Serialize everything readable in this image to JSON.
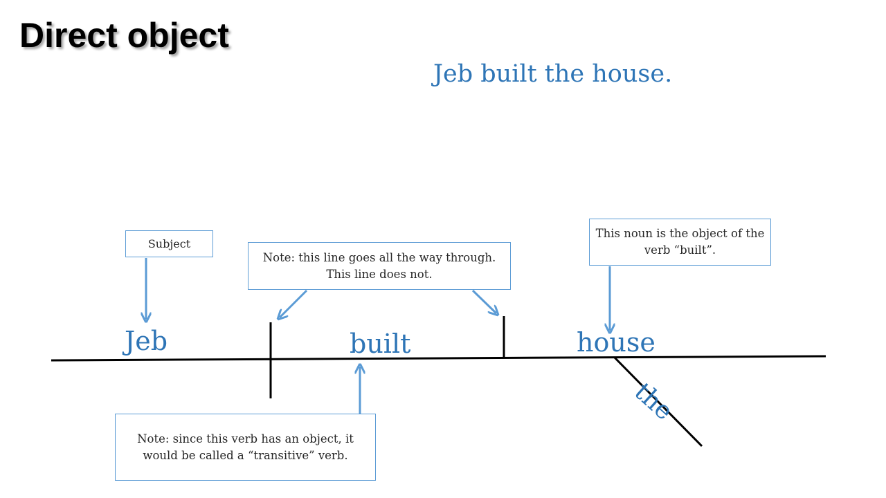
{
  "slide": {
    "title": "Direct object",
    "sentence": "Jeb built the house."
  },
  "diagram": {
    "subject_word": "Jeb",
    "verb_word": "built",
    "object_word": "house",
    "modifier_word": "the"
  },
  "callouts": {
    "subject": "Subject",
    "line_note": "Note: this line goes all the way through.  This line does not.",
    "object_note": "This noun is the object of the verb “built”.",
    "transitive_note": "Note: since this verb has an object, it would be called a “transitive” verb."
  },
  "colors": {
    "text_blue": "#2e75b6",
    "arrow_blue": "#5b9bd5",
    "line_black": "#000000"
  }
}
